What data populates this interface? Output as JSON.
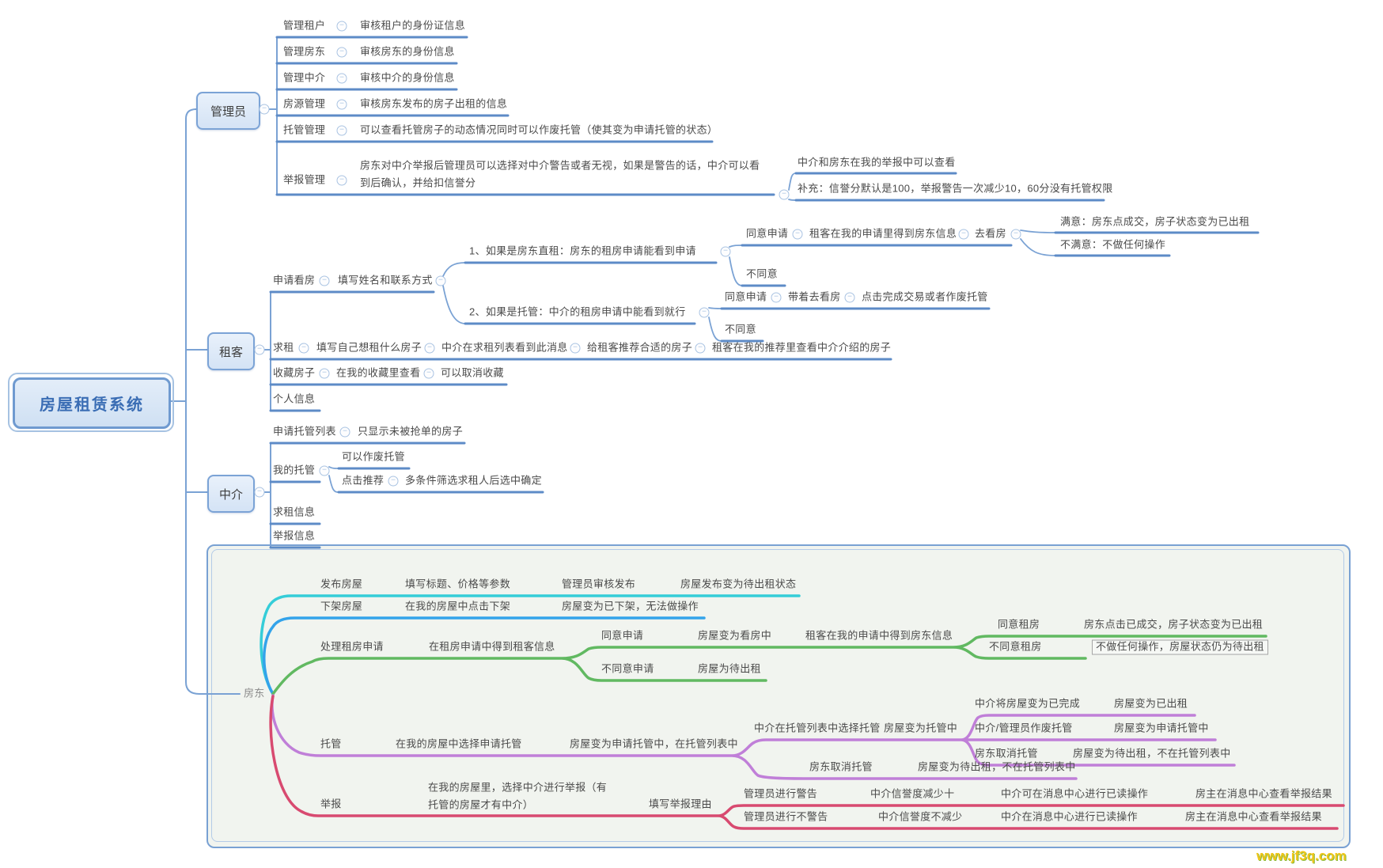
{
  "icons": {
    "collapse": "−"
  },
  "colors": {
    "branch_blue": "#5d8bc7",
    "node_border": "#7ba3d6",
    "cyan": "#35cdd8",
    "sky_blue": "#33a3ea",
    "green": "#61b961",
    "purple": "#c07fd8",
    "red": "#d84a70",
    "watermark_yellow": "#f0c619"
  },
  "watermark": "www.jf3q.com",
  "root": {
    "label": "房屋租赁系统"
  },
  "admin": {
    "label": "管理员",
    "rows": [
      {
        "label": "管理租户",
        "attr": "审核租户的身份证信息"
      },
      {
        "label": "管理房东",
        "attr": "审核房东的身份信息"
      },
      {
        "label": "管理中介",
        "attr": "审核中介的身份信息"
      },
      {
        "label": "房源管理",
        "attr": "审核房东发布的房子出租的信息"
      },
      {
        "label": "托管管理",
        "attr": "可以查看托管房子的动态情况同时可以作废托管（使其变为申请托管的状态）"
      }
    ],
    "report": {
      "label": "举报管理",
      "attr1": "房东对中介举报后管理员可以选择对中介警告或者无视，如果是警告的话，中介可以看",
      "attr2": "到后确认，并给扣信誉分",
      "children": [
        "中介和房东在我的举报中可以查看",
        "补充：信誉分默认是100，举报警告一次减少10，60分没有托管权限"
      ]
    }
  },
  "tenant": {
    "label": "租客",
    "apply": {
      "label": "申请看房",
      "form": "填写姓名和联系方式",
      "case1": {
        "label": "1、如果是房东直租：房东的租房申请能看到申请",
        "agree": {
          "label": "同意申请",
          "info": "租客在我的申请里得到房东信息",
          "visit": "去看房",
          "ok": "满意：房东点成交，房子状态变为已出租",
          "no": "不满意：不做任何操作"
        },
        "reject": "不同意"
      },
      "case2": {
        "label": "2、如果是托管：中介的租房申请中能看到就行",
        "agree": {
          "label": "同意申请",
          "visit": "带着去看房",
          "finish": "点击完成交易或者作废托管"
        },
        "reject": "不同意"
      }
    },
    "seek": [
      "求租",
      "填写自己想租什么房子",
      "中介在求租列表看到此消息",
      "给租客推荐合适的房子",
      "租客在我的推荐里查看中介介绍的房子"
    ],
    "fav": [
      "收藏房子",
      "在我的收藏里查看",
      "可以取消收藏"
    ],
    "profile": "个人信息"
  },
  "agent": {
    "label": "中介",
    "trust": [
      "申请托管列表",
      "只显示未被抢单的房子"
    ],
    "mytrust": {
      "label": "我的托管",
      "void": "可以作废托管",
      "rec": [
        "点击推荐",
        "多条件筛选求租人后选中确定"
      ]
    },
    "seek": "求租信息",
    "report": "举报信息"
  },
  "landlord": {
    "label": "房东",
    "publish": [
      "发布房屋",
      "填写标题、价格等参数",
      "管理员审核发布",
      "房屋发布变为待出租状态"
    ],
    "unlist": [
      "下架房屋",
      "在我的房屋中点击下架",
      "房屋变为已下架，无法做操作"
    ],
    "handle": {
      "label": "处理租房申请",
      "info": "在租房申请中得到租客信息",
      "agree": {
        "label": "同意申请",
        "status": "房屋变为看房中",
        "info": "租客在我的申请中得到房东信息",
        "yes": [
          "同意租房",
          "房东点击已成交，房子状态变为已出租"
        ],
        "no": [
          "不同意租房",
          "不做任何操作，房屋状态仍为待出租"
        ]
      },
      "reject": [
        "不同意申请",
        "房屋为待出租"
      ]
    },
    "trust": {
      "label": "托管",
      "step1": "在我的房屋中选择申请托管",
      "step2": "房屋变为申请托管中，在托管列表中",
      "pick": {
        "label": "中介在托管列表中选择托管",
        "status": "房屋变为托管中",
        "done": [
          "中介将房屋变为已完成",
          "房屋变为已出租"
        ],
        "void": [
          "中介/管理员作废托管",
          "房屋变为申请托管中"
        ],
        "cancel": [
          "房东取消托管",
          "房屋变为待出租，不在托管列表中"
        ]
      },
      "cancel": [
        "房东取消托管",
        "房屋变为待出租，不在托管列表中"
      ]
    },
    "report": {
      "label": "举报",
      "how1": "在我的房屋里，选择中介进行举报（有",
      "how2": "托管的房屋才有中介）",
      "reason": "填写举报理由",
      "warn": [
        "管理员进行警告",
        "中介信誉度减少十",
        "中介可在消息中心进行已读操作",
        "房主在消息中心查看举报结果"
      ],
      "nowarn": [
        "管理员进行不警告",
        "中介信誉度不减少",
        "中介在消息中心进行已读操作",
        "房主在消息中心查看举报结果"
      ]
    }
  }
}
